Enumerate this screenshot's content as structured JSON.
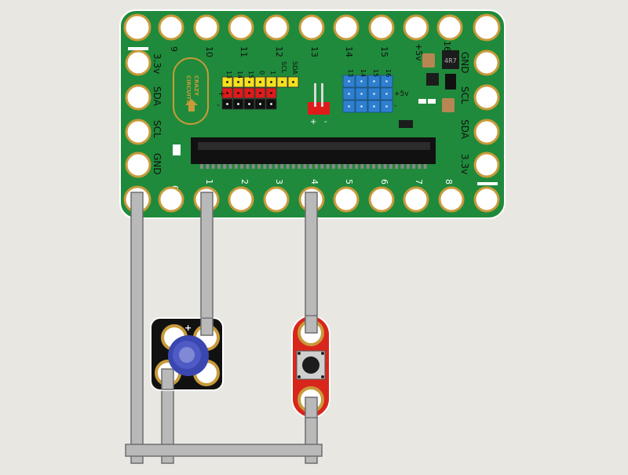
{
  "colors": {
    "background": "#e8e7e2",
    "board": "#1f8a3b",
    "pad_gold": "#c89a3a",
    "strip_fill": "#b9b9b9",
    "strip_edge": "#6e6e6e",
    "button_board": "#d9261c",
    "led_board": "#111111",
    "led_blue": "#3a47b0",
    "header_yellow": "#f5e01e",
    "header_red": "#e01a1a",
    "header_black": "#111111",
    "header_blue": "#2f7fd0"
  },
  "board": {
    "logo_line1": "CRAZY",
    "logo_line2": "CIRCUITS",
    "top_pins": [
      "9",
      "10",
      "11",
      "12",
      "13",
      "14",
      "15",
      "+5v",
      "16"
    ],
    "bottom_pins": [
      "0",
      "1",
      "2",
      "3",
      "4",
      "5",
      "6",
      "7",
      "8"
    ],
    "left_labels": [
      "3.3v",
      "SDA",
      "SCL",
      "GND"
    ],
    "right_labels": [
      "GND",
      "SCL",
      "SDA",
      "3.3v"
    ],
    "header_labels": [
      "13",
      "14",
      "15",
      "0",
      "1",
      "SCL",
      "SDA"
    ],
    "header_plus": "+",
    "header_minus": "-",
    "blue_labels": [
      "13",
      "14",
      "15",
      "16"
    ],
    "blue_plus": "+5v",
    "blue_minus": "-",
    "jst_plus": "+",
    "jst_minus": "-",
    "inductor_label": "4R7"
  },
  "led_board": {
    "plus": "+"
  }
}
